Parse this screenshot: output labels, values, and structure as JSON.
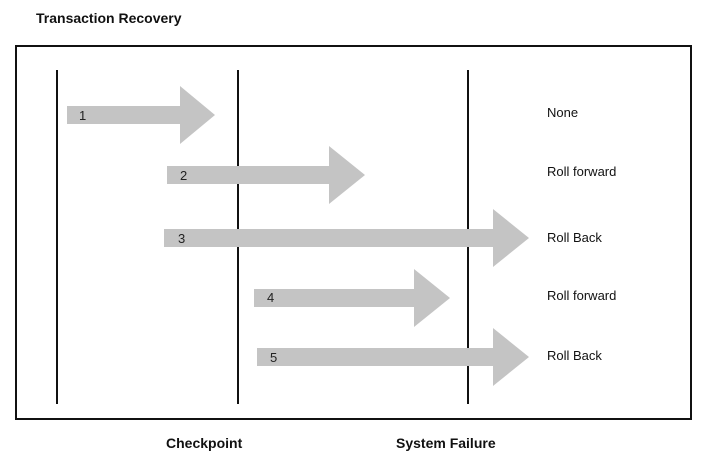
{
  "title": "Transaction Recovery",
  "labels": {
    "checkpoint": "Checkpoint",
    "system_failure": "System Failure"
  },
  "colors": {
    "arrow": "#c4c4c4",
    "line": "#111111"
  },
  "transactions": [
    {
      "id": "1",
      "outcome": "None"
    },
    {
      "id": "2",
      "outcome": "Roll forward"
    },
    {
      "id": "3",
      "outcome": "Roll Back"
    },
    {
      "id": "4",
      "outcome": "Roll forward"
    },
    {
      "id": "5",
      "outcome": "Roll Back"
    }
  ]
}
